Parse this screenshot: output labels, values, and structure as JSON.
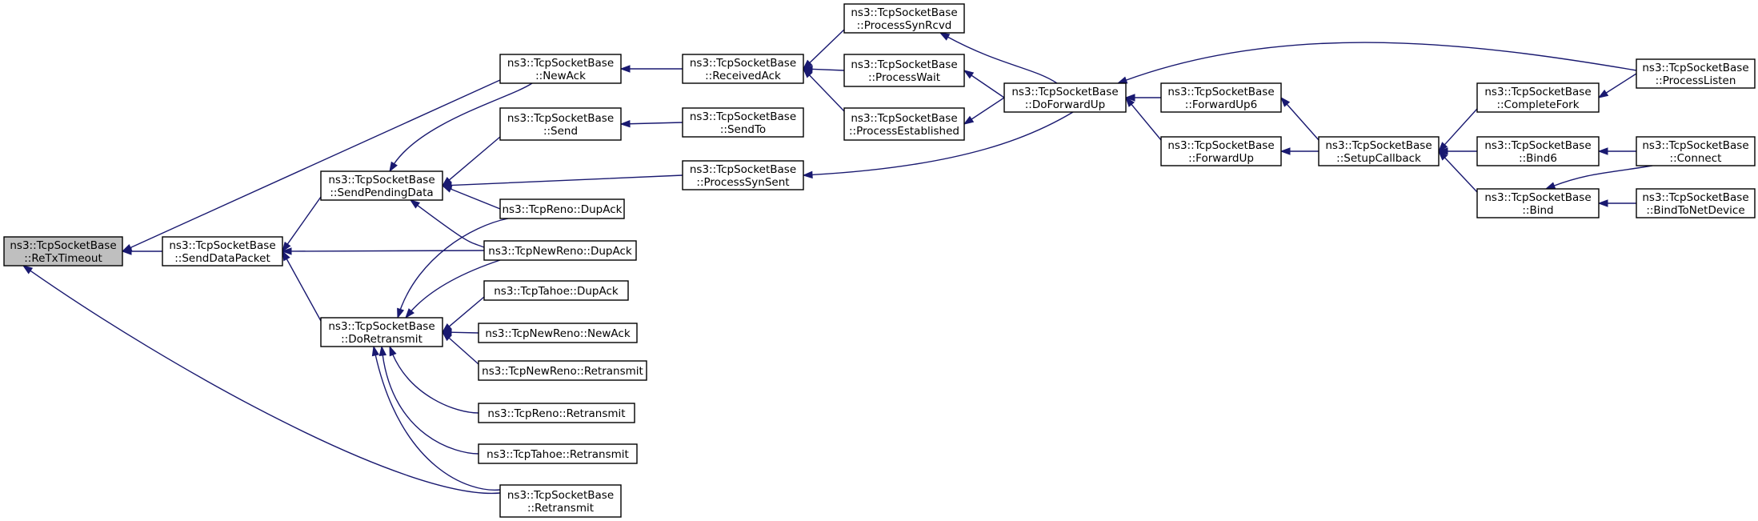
{
  "graph": {
    "nodes": [
      {
        "id": "rtx",
        "lines": [
          "ns3::TcpSocketBase",
          "::ReTxTimeout"
        ],
        "root": true
      },
      {
        "id": "sdp",
        "lines": [
          "ns3::TcpSocketBase",
          "::SendDataPacket"
        ]
      },
      {
        "id": "spd",
        "lines": [
          "ns3::TcpSocketBase",
          "::SendPendingData"
        ]
      },
      {
        "id": "drt",
        "lines": [
          "ns3::TcpSocketBase",
          "::DoRetransmit"
        ]
      },
      {
        "id": "rtm",
        "lines": [
          "ns3::TcpSocketBase",
          "::Retransmit"
        ]
      },
      {
        "id": "nak",
        "lines": [
          "ns3::TcpSocketBase",
          "::NewAck"
        ]
      },
      {
        "id": "snd",
        "lines": [
          "ns3::TcpSocketBase",
          "::Send"
        ]
      },
      {
        "id": "renoDup",
        "lines": [
          "ns3::TcpReno::DupAck"
        ]
      },
      {
        "id": "nrDup",
        "lines": [
          "ns3::TcpNewReno::DupAck"
        ]
      },
      {
        "id": "tahoeDup",
        "lines": [
          "ns3::TcpTahoe::DupAck"
        ]
      },
      {
        "id": "nrNew",
        "lines": [
          "ns3::TcpNewReno::NewAck"
        ]
      },
      {
        "id": "nrRet",
        "lines": [
          "ns3::TcpNewReno::Retransmit"
        ]
      },
      {
        "id": "renoRet",
        "lines": [
          "ns3::TcpReno::Retransmit"
        ]
      },
      {
        "id": "tahoeRet",
        "lines": [
          "ns3::TcpTahoe::Retransmit"
        ]
      },
      {
        "id": "rack",
        "lines": [
          "ns3::TcpSocketBase",
          "::ReceivedAck"
        ]
      },
      {
        "id": "sto",
        "lines": [
          "ns3::TcpSocketBase",
          "::SendTo"
        ]
      },
      {
        "id": "pss",
        "lines": [
          "ns3::TcpSocketBase",
          "::ProcessSynSent"
        ]
      },
      {
        "id": "psr",
        "lines": [
          "ns3::TcpSocketBase",
          "::ProcessSynRcvd"
        ]
      },
      {
        "id": "pwt",
        "lines": [
          "ns3::TcpSocketBase",
          "::ProcessWait"
        ]
      },
      {
        "id": "pes",
        "lines": [
          "ns3::TcpSocketBase",
          "::ProcessEstablished"
        ]
      },
      {
        "id": "dfu",
        "lines": [
          "ns3::TcpSocketBase",
          "::DoForwardUp"
        ]
      },
      {
        "id": "fu6",
        "lines": [
          "ns3::TcpSocketBase",
          "::ForwardUp6"
        ]
      },
      {
        "id": "fu",
        "lines": [
          "ns3::TcpSocketBase",
          "::ForwardUp"
        ]
      },
      {
        "id": "scb",
        "lines": [
          "ns3::TcpSocketBase",
          "::SetupCallback"
        ]
      },
      {
        "id": "cfk",
        "lines": [
          "ns3::TcpSocketBase",
          "::CompleteFork"
        ]
      },
      {
        "id": "bd6",
        "lines": [
          "ns3::TcpSocketBase",
          "::Bind6"
        ]
      },
      {
        "id": "bnd",
        "lines": [
          "ns3::TcpSocketBase",
          "::Bind"
        ]
      },
      {
        "id": "plis",
        "lines": [
          "ns3::TcpSocketBase",
          "::ProcessListen"
        ]
      },
      {
        "id": "con",
        "lines": [
          "ns3::TcpSocketBase",
          "::Connect"
        ]
      },
      {
        "id": "b2n",
        "lines": [
          "ns3::TcpSocketBase",
          "::BindToNetDevice"
        ]
      }
    ],
    "edges": [
      {
        "from": "rtx",
        "to": "sdp"
      },
      {
        "from": "rtx",
        "to": "nak"
      },
      {
        "from": "rtx",
        "to": "rtm"
      },
      {
        "from": "sdp",
        "to": "spd"
      },
      {
        "from": "sdp",
        "to": "drt"
      },
      {
        "from": "sdp",
        "to": "nrDup"
      },
      {
        "from": "spd",
        "to": "nak"
      },
      {
        "from": "spd",
        "to": "snd"
      },
      {
        "from": "spd",
        "to": "pss"
      },
      {
        "from": "spd",
        "to": "renoDup"
      },
      {
        "from": "spd",
        "to": "nrDup"
      },
      {
        "from": "drt",
        "to": "renoDup"
      },
      {
        "from": "drt",
        "to": "nrDup"
      },
      {
        "from": "drt",
        "to": "tahoeDup"
      },
      {
        "from": "drt",
        "to": "nrNew"
      },
      {
        "from": "drt",
        "to": "nrRet"
      },
      {
        "from": "drt",
        "to": "renoRet"
      },
      {
        "from": "drt",
        "to": "tahoeRet"
      },
      {
        "from": "drt",
        "to": "rtm"
      },
      {
        "from": "nak",
        "to": "rack"
      },
      {
        "from": "snd",
        "to": "sto"
      },
      {
        "from": "rack",
        "to": "psr"
      },
      {
        "from": "rack",
        "to": "pwt"
      },
      {
        "from": "rack",
        "to": "pes"
      },
      {
        "from": "pss",
        "to": "dfu"
      },
      {
        "from": "psr",
        "to": "dfu"
      },
      {
        "from": "pwt",
        "to": "dfu"
      },
      {
        "from": "pes",
        "to": "dfu"
      },
      {
        "from": "dfu",
        "to": "plis"
      },
      {
        "from": "dfu",
        "to": "fu6"
      },
      {
        "from": "dfu",
        "to": "fu"
      },
      {
        "from": "fu6",
        "to": "scb"
      },
      {
        "from": "fu",
        "to": "scb"
      },
      {
        "from": "scb",
        "to": "cfk"
      },
      {
        "from": "scb",
        "to": "bd6"
      },
      {
        "from": "scb",
        "to": "bnd"
      },
      {
        "from": "cfk",
        "to": "plis"
      },
      {
        "from": "bd6",
        "to": "con"
      },
      {
        "from": "bnd",
        "to": "con"
      },
      {
        "from": "bnd",
        "to": "b2n"
      }
    ]
  }
}
